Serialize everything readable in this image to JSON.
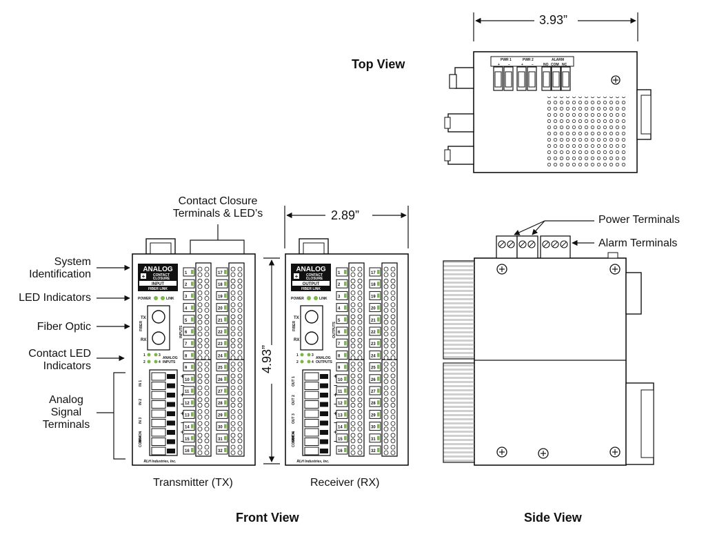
{
  "views": {
    "top": "Top View",
    "front": "Front View",
    "side": "Side View"
  },
  "dimensions": {
    "top_width": "3.93”",
    "front_width": "2.89”",
    "front_height": "4.93”"
  },
  "callouts": {
    "system_id": "System\nIdentification",
    "led_indicators": "LED Indicators",
    "fiber_optic": "Fiber Optic",
    "contact_led": "Contact LED\nIndicators",
    "analog_signal": "Analog\nSignal\nTerminals",
    "contact_closure": "Contact Closure\nTerminals & LED’s",
    "power_terminals": "Power Terminals",
    "alarm_terminals": "Alarm Terminals"
  },
  "units": {
    "tx": "Transmitter (TX)",
    "rx": "Receiver (RX)"
  },
  "panel_tx": {
    "brand": "ANALOG",
    "sub1": "CONTACT",
    "sub2": "CLOSURE",
    "mode": "INPUT",
    "link": "FIBER LINK",
    "power": "POWER",
    "linkled": "LINK",
    "group": "INPUTS",
    "analog": "ANALOG INPUTS",
    "ch": [
      "IN 1",
      "IN 2",
      "IN 3",
      "IN 4",
      "COMMON"
    ],
    "maker": "RLH Industries, Inc."
  },
  "panel_rx": {
    "brand": "ANALOG",
    "sub1": "CONTACT",
    "sub2": "CLOSURE",
    "mode": "OUTPUT",
    "link": "FIBER LINK",
    "power": "POWER",
    "linkled": "LINK",
    "group": "OUTPUTS",
    "analog": "ANALOG OUTPUTS",
    "ch": [
      "OUT 1",
      "OUT 2",
      "OUT 3",
      "OUT 4",
      "COMMON"
    ],
    "maker": "RLH Industries, Inc."
  },
  "fiber": {
    "tx": "TX",
    "rx": "RX",
    "label": "FIBER"
  },
  "top_terminals": {
    "pwr1": "PWR 1",
    "pwr2": "PWR 2",
    "alarm": "ALARM",
    "plus": "+",
    "minus": "−",
    "no": "NO",
    "com": "COM",
    "nc": "NC"
  },
  "terminal_numbers_left": [
    "1",
    "2",
    "3",
    "4",
    "5",
    "6",
    "7",
    "8",
    "9",
    "10",
    "11",
    "12",
    "13",
    "14",
    "15",
    "16"
  ],
  "terminal_numbers_right": [
    "17",
    "18",
    "19",
    "20",
    "21",
    "22",
    "23",
    "24",
    "25",
    "26",
    "27",
    "28",
    "29",
    "30",
    "31",
    "32"
  ],
  "colors": {
    "led": "#7ab648",
    "line": "#111111"
  }
}
